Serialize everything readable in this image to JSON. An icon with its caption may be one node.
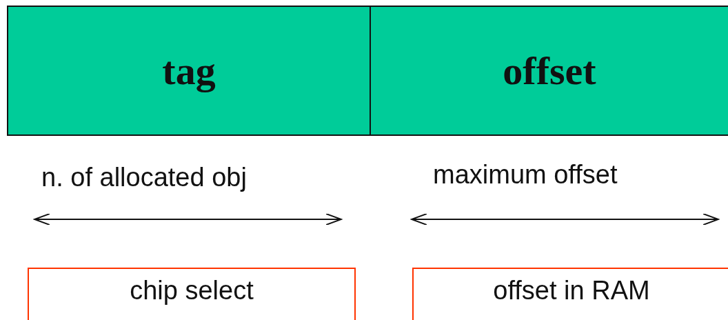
{
  "diagram": {
    "nodes": [
      {
        "text": [
          "tag"
        ]
      },
      {
        "text": [
          "offset"
        ]
      },
      {
        "text": [
          "chip select"
        ]
      },
      {
        "text": [
          "offset in RAM"
        ]
      }
    ],
    "labels": [
      "n. of allocated obj",
      "maximum offset"
    ]
  }
}
